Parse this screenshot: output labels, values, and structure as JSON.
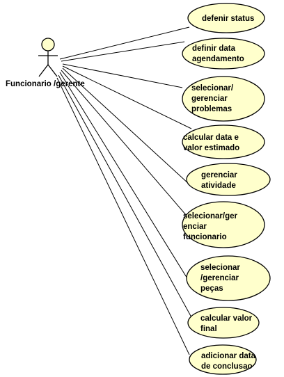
{
  "actor": {
    "name": "Funcionario /gerente"
  },
  "use_cases": [
    {
      "lines": [
        "defenir status"
      ]
    },
    {
      "lines": [
        "definir data",
        "agendamento"
      ]
    },
    {
      "lines": [
        "selecionar/",
        "gerenciar",
        "problemas"
      ]
    },
    {
      "lines": [
        "calcular data e",
        "valor estimado"
      ]
    },
    {
      "lines": [
        "gerenciar",
        "atividade"
      ]
    },
    {
      "lines": [
        "selecionar/ger",
        "enciar",
        "funcionario"
      ]
    },
    {
      "lines": [
        "selecionar",
        "/gerenciar",
        "peças"
      ]
    },
    {
      "lines": [
        "calcular valor",
        "final"
      ]
    },
    {
      "lines": [
        "adicionar data",
        "de conclusao"
      ]
    }
  ],
  "colors": {
    "usecase_fill": "#FFFFCC",
    "stroke": "#000000",
    "background": "#FFFFFF"
  }
}
